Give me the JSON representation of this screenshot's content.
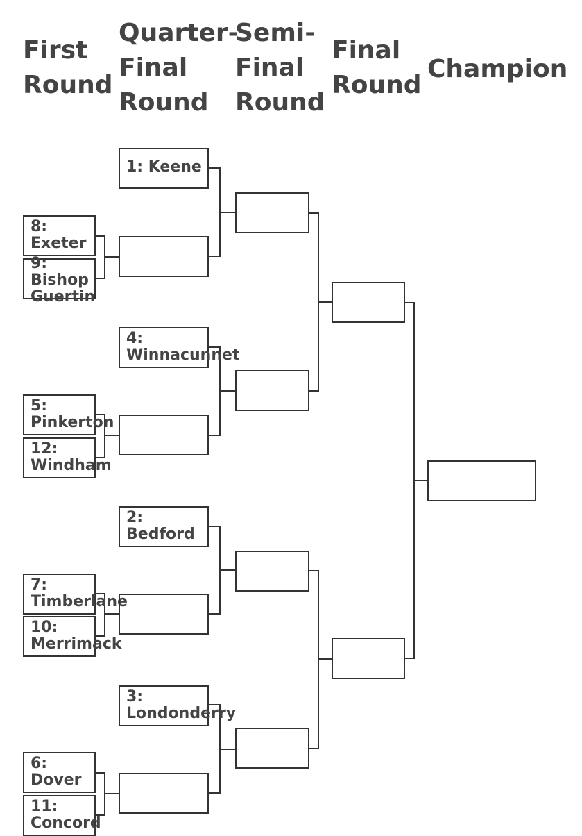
{
  "headers": {
    "first_round": "First\nRound",
    "quarter_final": "Quarter-\nFinal\nRound",
    "semi_final": "Semi-\nFinal\nRound",
    "final": "Final\nRound",
    "champion": "Champion"
  },
  "first_round": [
    {
      "team_a": "8:\nExeter",
      "team_b": "9:\nBishop\nGuertin"
    },
    {
      "team_a": "5:\nPinkerton",
      "team_b": "12:\nWindham"
    },
    {
      "team_a": "7:\nTimberlane",
      "team_b": "10:\nMerrimack"
    },
    {
      "team_a": "6:\nDover",
      "team_b": "11:\nConcord"
    }
  ],
  "quarter_final_seeds": [
    "1: Keene",
    "4:\nWinnacunnet",
    "2:\nBedford",
    "3:\nLondonderry"
  ]
}
